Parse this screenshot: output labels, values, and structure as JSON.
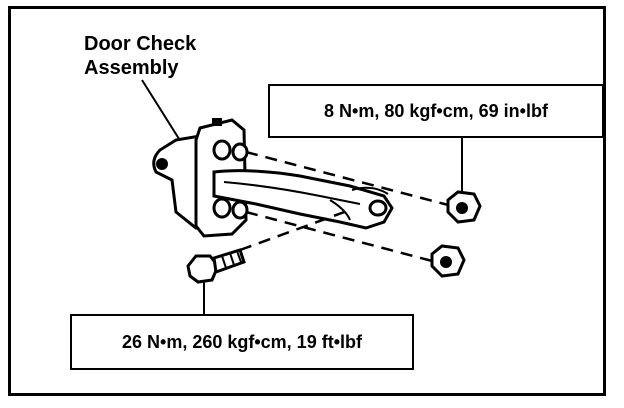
{
  "diagram": {
    "title_line1": "Door Check",
    "title_line2": "Assembly",
    "torque_nut_spec": "8 N•m, 80 kgf•cm, 69 in•lbf",
    "torque_bolt_spec": "26 N•m, 260 kgf•cm,  19 ft•lbf"
  }
}
